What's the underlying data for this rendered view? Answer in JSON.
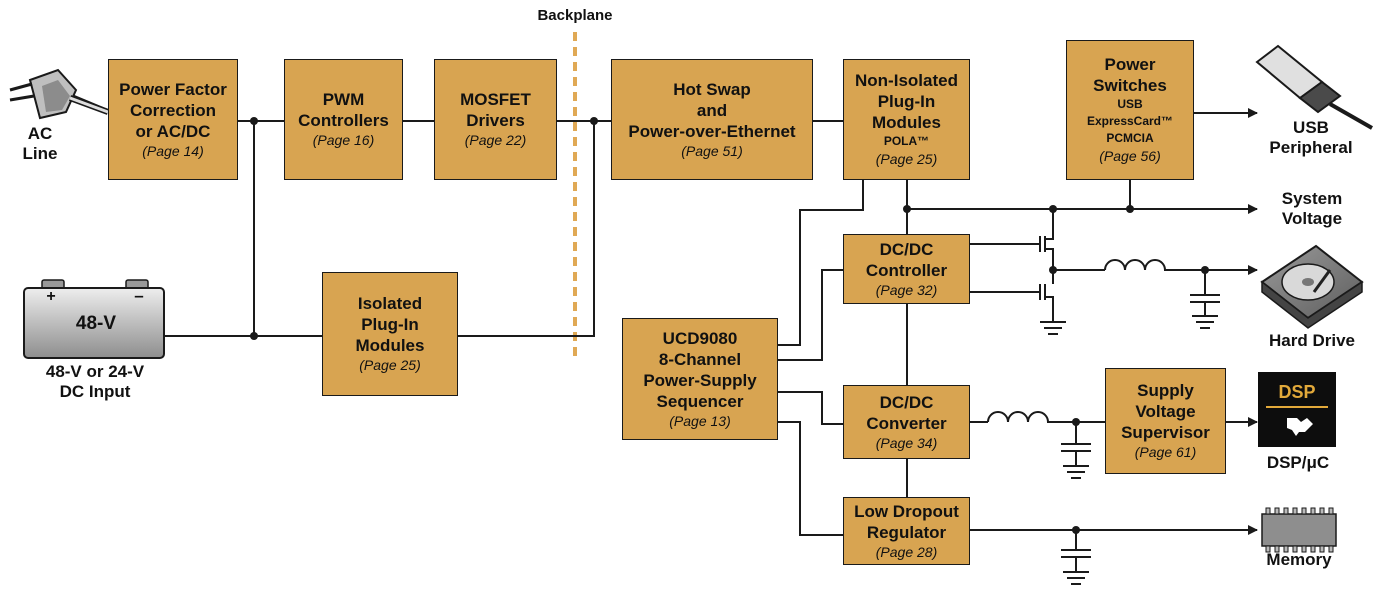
{
  "backplane_label": "Backplane",
  "blocks": {
    "pfc": {
      "lines": [
        "Power Factor",
        "Correction",
        "or AC/DC"
      ],
      "page": "(Page 14)"
    },
    "pwm": {
      "lines": [
        "PWM",
        "Controllers"
      ],
      "page": "(Page 16)"
    },
    "mosfet": {
      "lines": [
        "MOSFET",
        "Drivers"
      ],
      "page": "(Page 22)"
    },
    "hotswap": {
      "lines": [
        "Hot Swap",
        "and",
        "Power-over-Ethernet"
      ],
      "page": "(Page 51)"
    },
    "nonisolated": {
      "lines": [
        "Non-Isolated",
        "Plug-In",
        "Modules"
      ],
      "sub": "POLA™",
      "page": "(Page 25)"
    },
    "powerswitch": {
      "lines": [
        "Power",
        "Switches"
      ],
      "subs": [
        "USB",
        "ExpressCard™",
        "PCMCIA"
      ],
      "page": "(Page 56)"
    },
    "isolated": {
      "lines": [
        "Isolated",
        "Plug-In",
        "Modules"
      ],
      "page": "(Page 25)"
    },
    "ucd": {
      "lines": [
        "UCD9080",
        "8-Channel",
        "Power-Supply",
        "Sequencer"
      ],
      "page": "(Page 13)"
    },
    "dcctrl": {
      "lines": [
        "DC/DC",
        "Controller"
      ],
      "page": "(Page 32)"
    },
    "dcconv": {
      "lines": [
        "DC/DC",
        "Converter"
      ],
      "page": "(Page 34)"
    },
    "ldo": {
      "lines": [
        "Low Dropout",
        "Regulator"
      ],
      "page": "(Page 28)"
    },
    "svs": {
      "lines": [
        "Supply",
        "Voltage",
        "Supervisor"
      ],
      "page": "(Page 61)"
    }
  },
  "labels": {
    "ac_line": [
      "AC",
      "Line"
    ],
    "battery_text": "48-V",
    "battery_plus": "+",
    "battery_minus": "–",
    "dc_input": [
      "48-V or 24-V",
      "DC Input"
    ],
    "usb_peripheral": [
      "USB",
      "Peripheral"
    ],
    "system_voltage": [
      "System",
      "Voltage"
    ],
    "hard_drive": [
      "Hard Drive"
    ],
    "dsp_uc": [
      "DSP/μC"
    ],
    "dsp_chip_text": "DSP",
    "memory": [
      "Memory"
    ]
  },
  "colors": {
    "block_fill": "#d8a451",
    "backplane": "#e0a955",
    "line": "#1a1a1a",
    "dsp_accent": "#e2a93a"
  }
}
